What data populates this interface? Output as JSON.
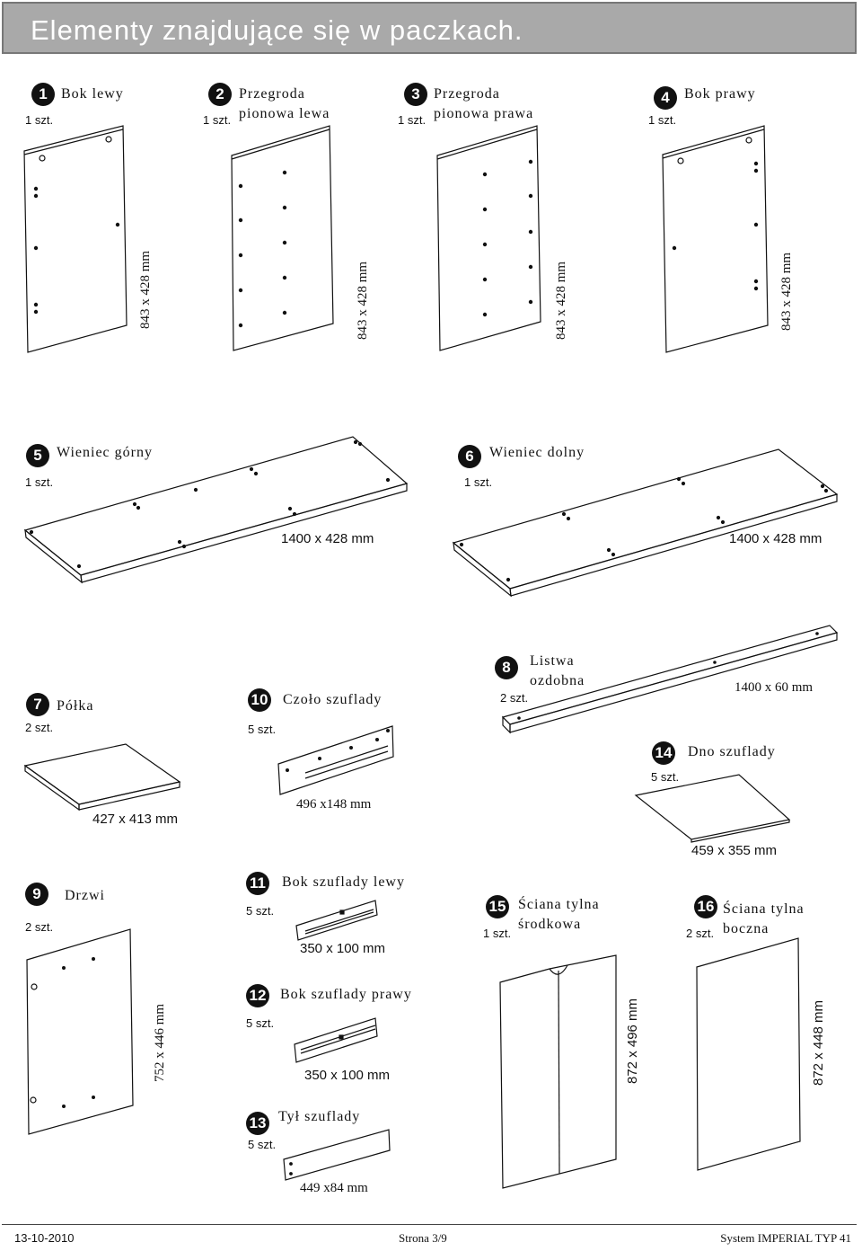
{
  "header": {
    "title": "Elementy znajdujące się w paczkach."
  },
  "qty_unit": "szt.",
  "parts": [
    {
      "number": "1",
      "name": "Bok lewy",
      "qty": "1 szt.",
      "dims": "843 x 428 mm"
    },
    {
      "number": "2",
      "name": "Przegroda\npionowa lewa",
      "qty": "1 szt.",
      "dims": "843 x 428 mm"
    },
    {
      "number": "3",
      "name": "Przegroda\npionowa prawa",
      "qty": "1 szt.",
      "dims": "843 x 428 mm"
    },
    {
      "number": "4",
      "name": "Bok prawy",
      "qty": "1 szt.",
      "dims": "843 x 428 mm"
    },
    {
      "number": "5",
      "name": "Wieniec górny",
      "qty": "1 szt.",
      "dims": "1400 x 428 mm"
    },
    {
      "number": "6",
      "name": "Wieniec dolny",
      "qty": "1 szt.",
      "dims": "1400 x 428 mm"
    },
    {
      "number": "7",
      "name": "Półka",
      "qty": "2 szt.",
      "dims": "427 x 413 mm"
    },
    {
      "number": "8",
      "name": "Listwa\nozdobna",
      "qty": "2 szt.",
      "dims": "1400 x 60 mm"
    },
    {
      "number": "9",
      "name": "Drzwi",
      "qty": "2 szt.",
      "dims": "752 x 446 mm"
    },
    {
      "number": "10",
      "name": "Czoło szuflady",
      "qty": "5 szt.",
      "dims": "496 x148 mm"
    },
    {
      "number": "11",
      "name": "Bok szuflady lewy",
      "qty": "5 szt.",
      "dims": "350 x 100 mm"
    },
    {
      "number": "12",
      "name": "Bok szuflady prawy",
      "qty": "5 szt.",
      "dims": "350 x 100 mm"
    },
    {
      "number": "13",
      "name": "Tył szuflady",
      "qty": "5 szt.",
      "dims": "449 x84 mm"
    },
    {
      "number": "14",
      "name": "Dno szuflady",
      "qty": "5 szt.",
      "dims": "459 x 355 mm"
    },
    {
      "number": "15",
      "name": "Ściana tylna\nśrodkowa",
      "qty": "1 szt.",
      "dims": "872 x 496 mm"
    },
    {
      "number": "16",
      "name": "Ściana tylna\nboczna",
      "qty": "2 szt.",
      "dims": "872 x 448 mm"
    }
  ],
  "footer": {
    "date": "13-10-2010",
    "page": "Strona 3/9",
    "system": "System IMPERIAL TYP 41"
  }
}
